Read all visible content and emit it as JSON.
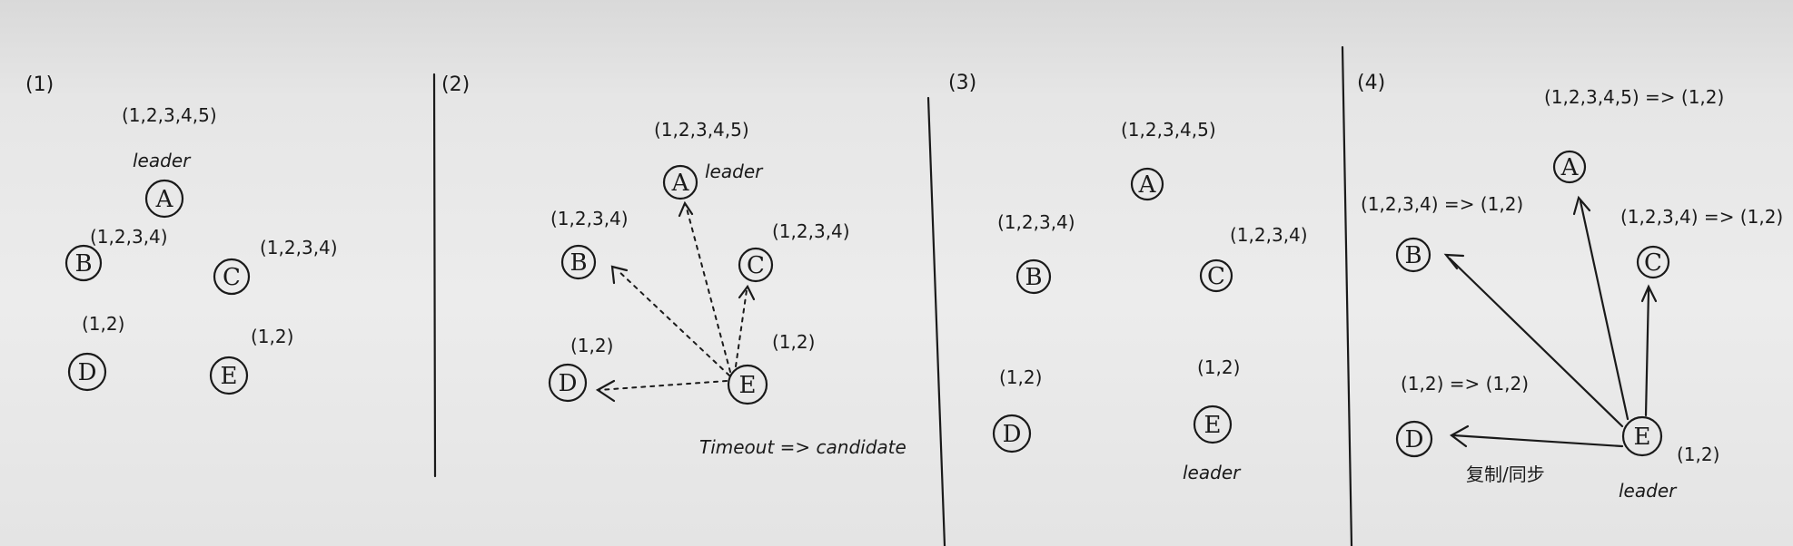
{
  "panels": [
    {
      "number": "(1)",
      "nodes": [
        {
          "id": "A",
          "letter": "A",
          "log": "(1,2,3,4,5)",
          "role": "leader"
        },
        {
          "id": "B",
          "letter": "B",
          "log": "(1,2,3,4)"
        },
        {
          "id": "C",
          "letter": "C",
          "log": "(1,2,3,4)"
        },
        {
          "id": "D",
          "letter": "D",
          "log": "(1,2)"
        },
        {
          "id": "E",
          "letter": "E",
          "log": "(1,2)"
        }
      ]
    },
    {
      "number": "(2)",
      "nodes": [
        {
          "id": "A",
          "letter": "A",
          "log": "(1,2,3,4,5)",
          "role": "leader"
        },
        {
          "id": "B",
          "letter": "B",
          "log": "(1,2,3,4)"
        },
        {
          "id": "C",
          "letter": "C",
          "log": "(1,2,3,4)"
        },
        {
          "id": "D",
          "letter": "D",
          "log": "(1,2)"
        },
        {
          "id": "E",
          "letter": "E",
          "log": "(1,2)"
        }
      ],
      "note": "Timeout => candidate"
    },
    {
      "number": "(3)",
      "nodes": [
        {
          "id": "A",
          "letter": "A",
          "log": "(1,2,3,4,5)"
        },
        {
          "id": "B",
          "letter": "B",
          "log": "(1,2,3,4)"
        },
        {
          "id": "C",
          "letter": "C",
          "log": "(1,2,3,4)"
        },
        {
          "id": "D",
          "letter": "D",
          "log": "(1,2)"
        },
        {
          "id": "E",
          "letter": "E",
          "log": "(1,2)",
          "role": "leader"
        }
      ]
    },
    {
      "number": "(4)",
      "nodes": [
        {
          "id": "A",
          "letter": "A",
          "log": "(1,2,3,4,5) => (1,2)"
        },
        {
          "id": "B",
          "letter": "B",
          "log": "(1,2,3,4) => (1,2)"
        },
        {
          "id": "C",
          "letter": "C",
          "log": "(1,2,3,4) => (1,2)"
        },
        {
          "id": "D",
          "letter": "D",
          "log": "(1,2) => (1,2)"
        },
        {
          "id": "E",
          "letter": "E",
          "log": "(1,2)",
          "role": "leader"
        }
      ],
      "edge_label": "复制/同步"
    }
  ],
  "colors": {
    "ink": "#1a1a1a",
    "board": "#e9e9e9"
  }
}
